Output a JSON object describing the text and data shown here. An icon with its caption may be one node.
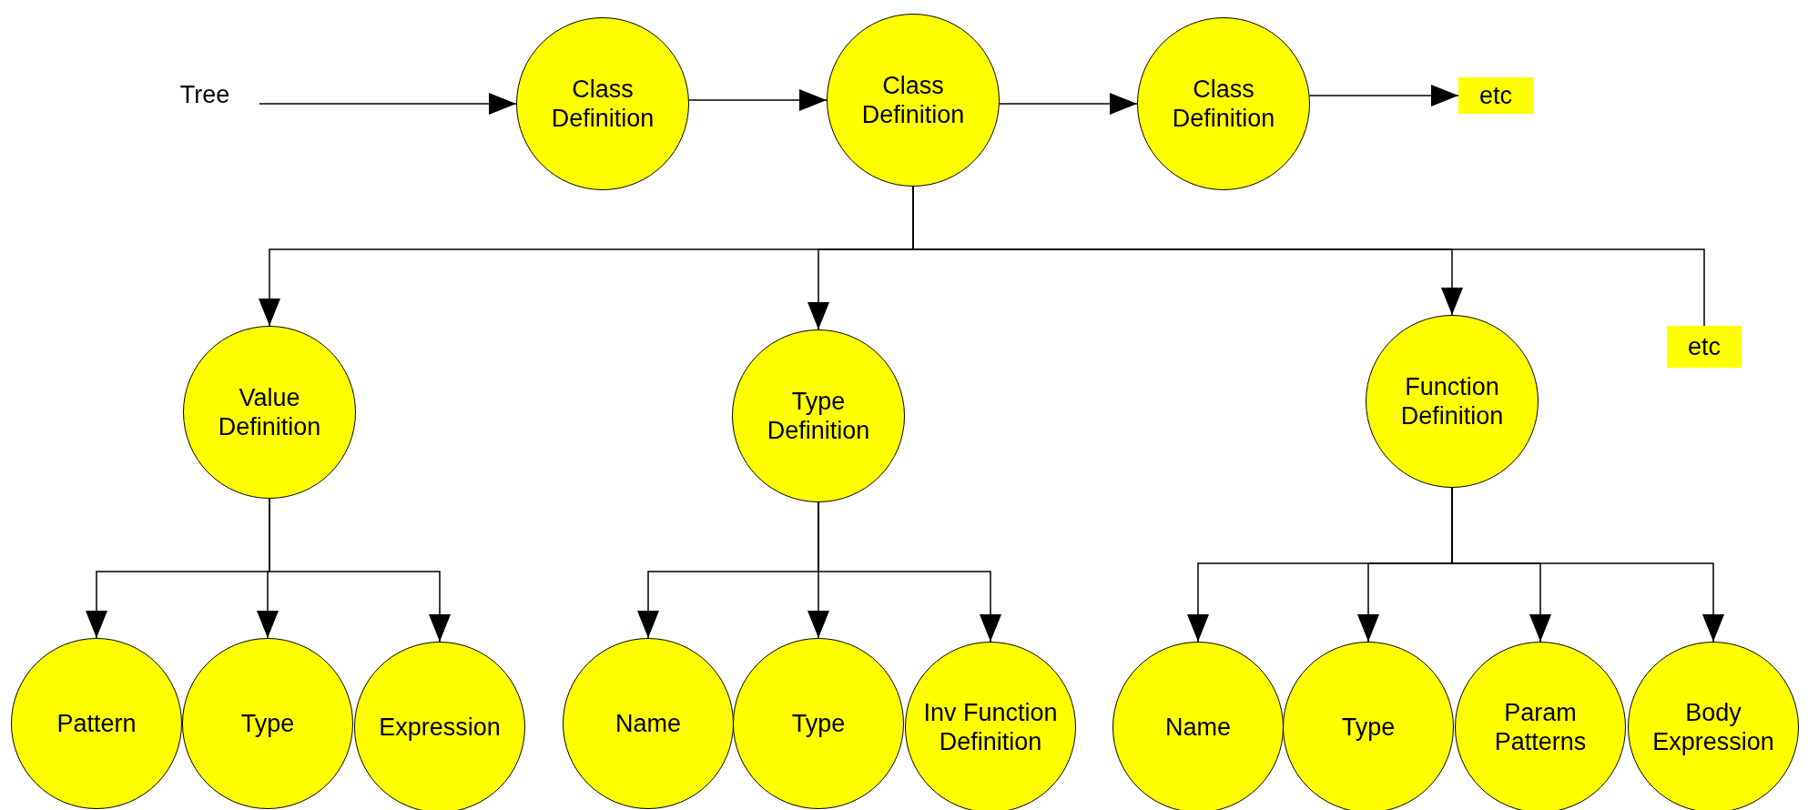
{
  "diagram": {
    "nodes": [
      {
        "text": [
          "Tree"
        ]
      },
      {
        "text": [
          "Class Definition"
        ]
      },
      {
        "text": [
          "Class Definition"
        ]
      },
      {
        "text": [
          "Class Definition"
        ]
      },
      {
        "text": [
          "etc"
        ]
      },
      {
        "text": [
          "Value Definition"
        ]
      },
      {
        "text": [
          "Type Definition"
        ]
      },
      {
        "text": [
          "Function Definition"
        ]
      },
      {
        "text": [
          "etc"
        ]
      },
      {
        "text": [
          "Pattern"
        ]
      },
      {
        "text": [
          "Type"
        ]
      },
      {
        "text": [
          "Expression"
        ]
      },
      {
        "text": [
          "Name"
        ]
      },
      {
        "text": [
          "Type"
        ]
      },
      {
        "text": [
          "Inv Function Definition"
        ]
      },
      {
        "text": [
          "Name"
        ]
      },
      {
        "text": [
          "Type"
        ]
      },
      {
        "text": [
          "Param Patterns"
        ]
      },
      {
        "text": [
          "Body Expression"
        ]
      }
    ],
    "edges": [
      {
        "from": 0,
        "to": 1,
        "arrow": "to"
      },
      {
        "from": 1,
        "to": 2,
        "arrow": "to"
      },
      {
        "from": 2,
        "to": 3,
        "arrow": "to"
      },
      {
        "from": 3,
        "to": 4,
        "arrow": "to"
      },
      {
        "from": 2,
        "to": 5,
        "arrow": "to"
      },
      {
        "from": 2,
        "to": 6,
        "arrow": "to"
      },
      {
        "from": 2,
        "to": 7,
        "arrow": "to"
      },
      {
        "from": 2,
        "to": 8,
        "arrow": "none"
      },
      {
        "from": 5,
        "to": 9,
        "arrow": "to"
      },
      {
        "from": 5,
        "to": 10,
        "arrow": "to"
      },
      {
        "from": 5,
        "to": 11,
        "arrow": "to"
      },
      {
        "from": 6,
        "to": 12,
        "arrow": "to"
      },
      {
        "from": 6,
        "to": 13,
        "arrow": "to"
      },
      {
        "from": 6,
        "to": 14,
        "arrow": "to"
      },
      {
        "from": 7,
        "to": 15,
        "arrow": "to"
      },
      {
        "from": 7,
        "to": 16,
        "arrow": "to"
      },
      {
        "from": 7,
        "to": 17,
        "arrow": "to"
      },
      {
        "from": 7,
        "to": 18,
        "arrow": "to"
      }
    ]
  }
}
